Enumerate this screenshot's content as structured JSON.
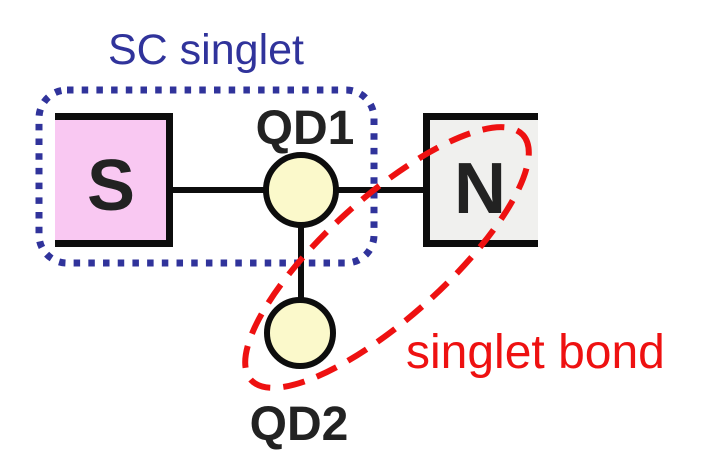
{
  "figure": {
    "description": "Schematic of a superconductor - double quantum dot - normal metal device",
    "labels": {
      "sc_singlet": "SC singlet",
      "qd1": "QD1",
      "qd2": "QD2",
      "s_lead": "S",
      "n_lead": "N",
      "singlet_bond": "singlet bond"
    },
    "colors": {
      "sc_blue": "#30339b",
      "bond_red": "#ee1111",
      "superconductor_pink": "#f9c8f2",
      "dot_yellow": "#fbf9cb",
      "normal_gray": "#f0f0ee",
      "wire_black": "#0d0d0d",
      "letter_black": "#222222"
    }
  }
}
